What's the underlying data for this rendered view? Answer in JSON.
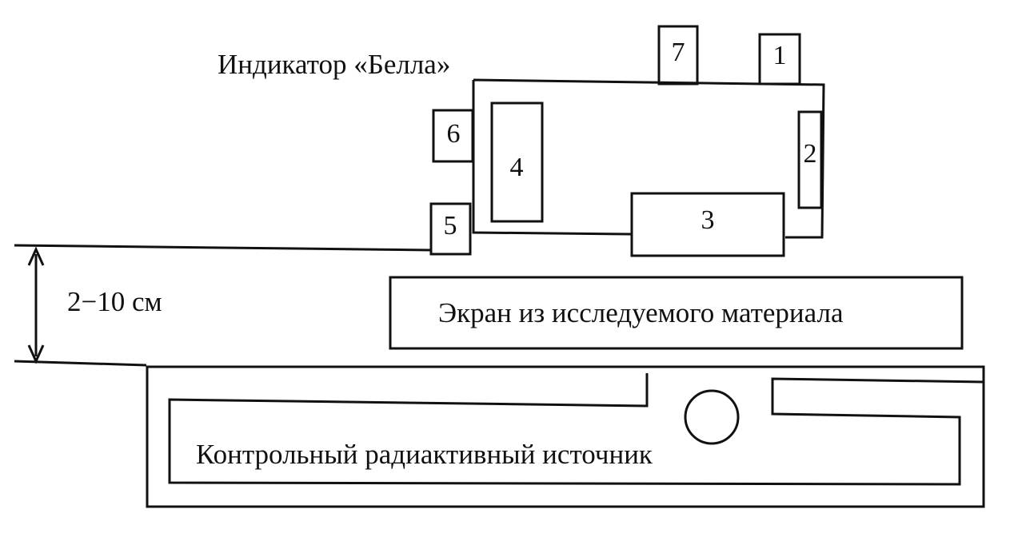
{
  "diagram": {
    "device_label": "Индикатор «Белла»",
    "distance_label": "2−10 см",
    "screen_label": "Экран из исследуемого материала",
    "source_label": "Контрольный радиактивный источник",
    "parts": [
      "1",
      "2",
      "3",
      "4",
      "5",
      "6",
      "7"
    ]
  }
}
